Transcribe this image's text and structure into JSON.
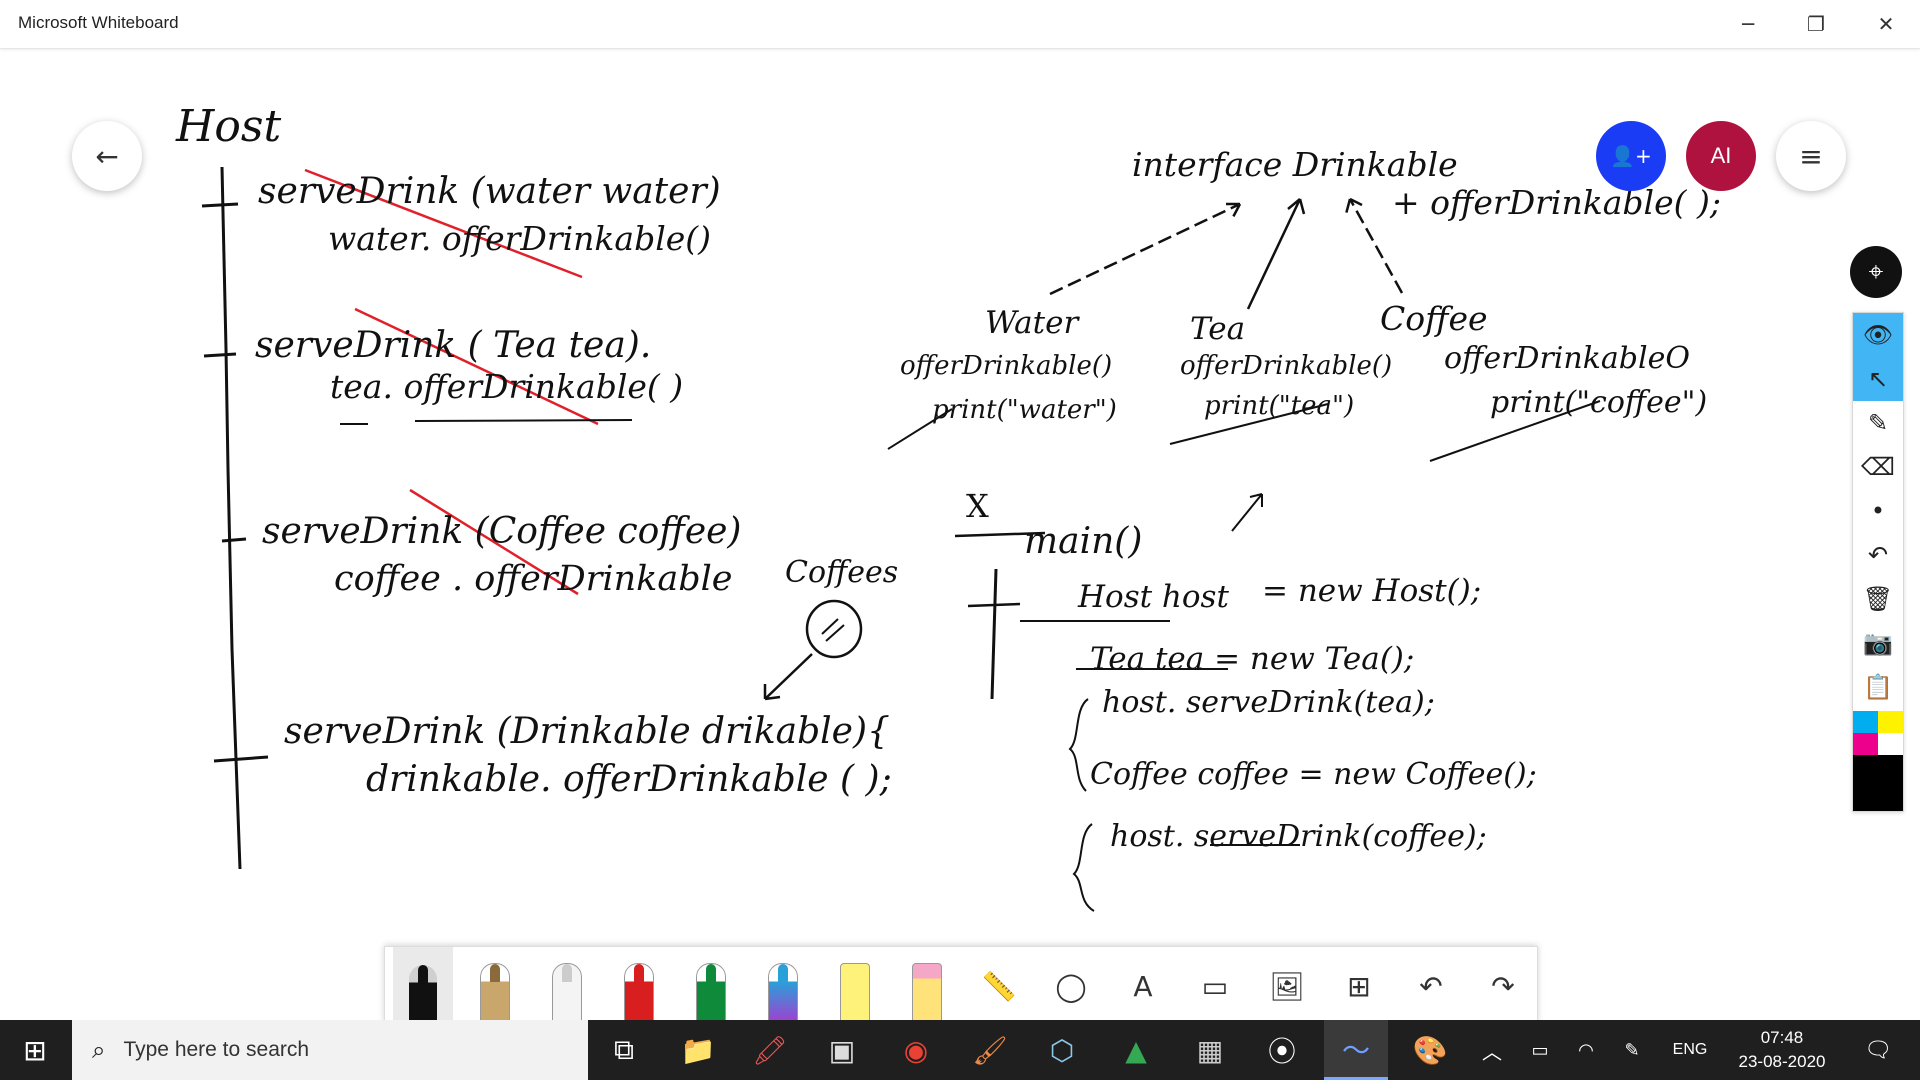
{
  "window": {
    "title": "Microsoft Whiteboard",
    "minimize": "─",
    "restore": "❐",
    "close": "✕"
  },
  "toolbar_top": {
    "back_icon": "←",
    "share_icon": "👤+",
    "avatar_initials": "AI",
    "menu_icon": "≡"
  },
  "whiteboard": {
    "left": {
      "heading": "Host",
      "block1_line1": "serveDrink (water water)",
      "block1_line2": "water. offerDrinkable()",
      "block2_line1": "serveDrink ( Tea  tea).",
      "block2_line2": "tea. offerDrinkable( )",
      "block3_line1": "serveDrink (Coffee  coffee)",
      "block3_line2": "coffee . offerDrinkable",
      "block4_line1": "serveDrink (Drinkable  drikable){",
      "block4_line2": "drinkable. offerDrinkable ( );",
      "coffees_note": "Coffees"
    },
    "right": {
      "interface_label": "interface  Drinkable",
      "interface_method": "+ offerDrinkable( );",
      "water_name": "Water",
      "water_method": "offerDrinkable()",
      "water_print": "print(\"water\")",
      "tea_name": "Tea",
      "tea_method": "offerDrinkable()",
      "tea_print": "print(\"tea\")",
      "coffee_name": "Coffee",
      "coffee_method": "offerDrinkableO",
      "coffee_print": "print(\"coffee\")",
      "x_mark": "X",
      "main_label": "main()",
      "main_line1_left": "Host host",
      "main_line1_right": "= new Host();",
      "main_line2": "Tea  tea  =  new Tea();",
      "main_line3": "host. serveDrink(tea);",
      "main_line4": "Coffee  coffee  = new  Coffee();",
      "main_line5": "host. serveDrink(coffee);"
    }
  },
  "right_rail": {
    "top_icon": "⌖",
    "items": [
      "👁",
      "↖",
      "✎",
      "⌫",
      "•",
      "↶",
      "🗑",
      "📷",
      "📋"
    ],
    "palette_colors": [
      "#00aeef",
      "#fff200",
      "#ec008c",
      "#ffffff",
      "#000000"
    ]
  },
  "ink_toolbar": {
    "pens": [
      {
        "name": "black-pen",
        "color": "#111111"
      },
      {
        "name": "gold-pen",
        "color": "#c9a66b"
      },
      {
        "name": "white-pen",
        "color": "#f4f4f4"
      },
      {
        "name": "red-pen",
        "color": "#d81e1e"
      },
      {
        "name": "green-pen",
        "color": "#0e8a3a"
      },
      {
        "name": "rainbow-pen",
        "color": "#2aa0d8"
      },
      {
        "name": "yellow-highlighter",
        "color": "#fff27a"
      },
      {
        "name": "pink-eraser",
        "color": "#f4a7c7"
      }
    ],
    "tools": [
      "📏",
      "◯",
      "A",
      "▭",
      "🖼",
      "⊞",
      "↶",
      "↷"
    ]
  },
  "taskbar": {
    "start_icon": "⊞",
    "search_placeholder": "Type here to search",
    "apps": [
      "⧉",
      "📁",
      "🖍",
      "▣",
      "◉",
      "🖌",
      "⬡",
      "▲",
      "▦",
      "⦿",
      "〜",
      "🎨"
    ],
    "tray_chevron": "︿",
    "language": "ENG",
    "time": "07:48",
    "date": "23-08-2020",
    "notification_icon": "🗨"
  }
}
